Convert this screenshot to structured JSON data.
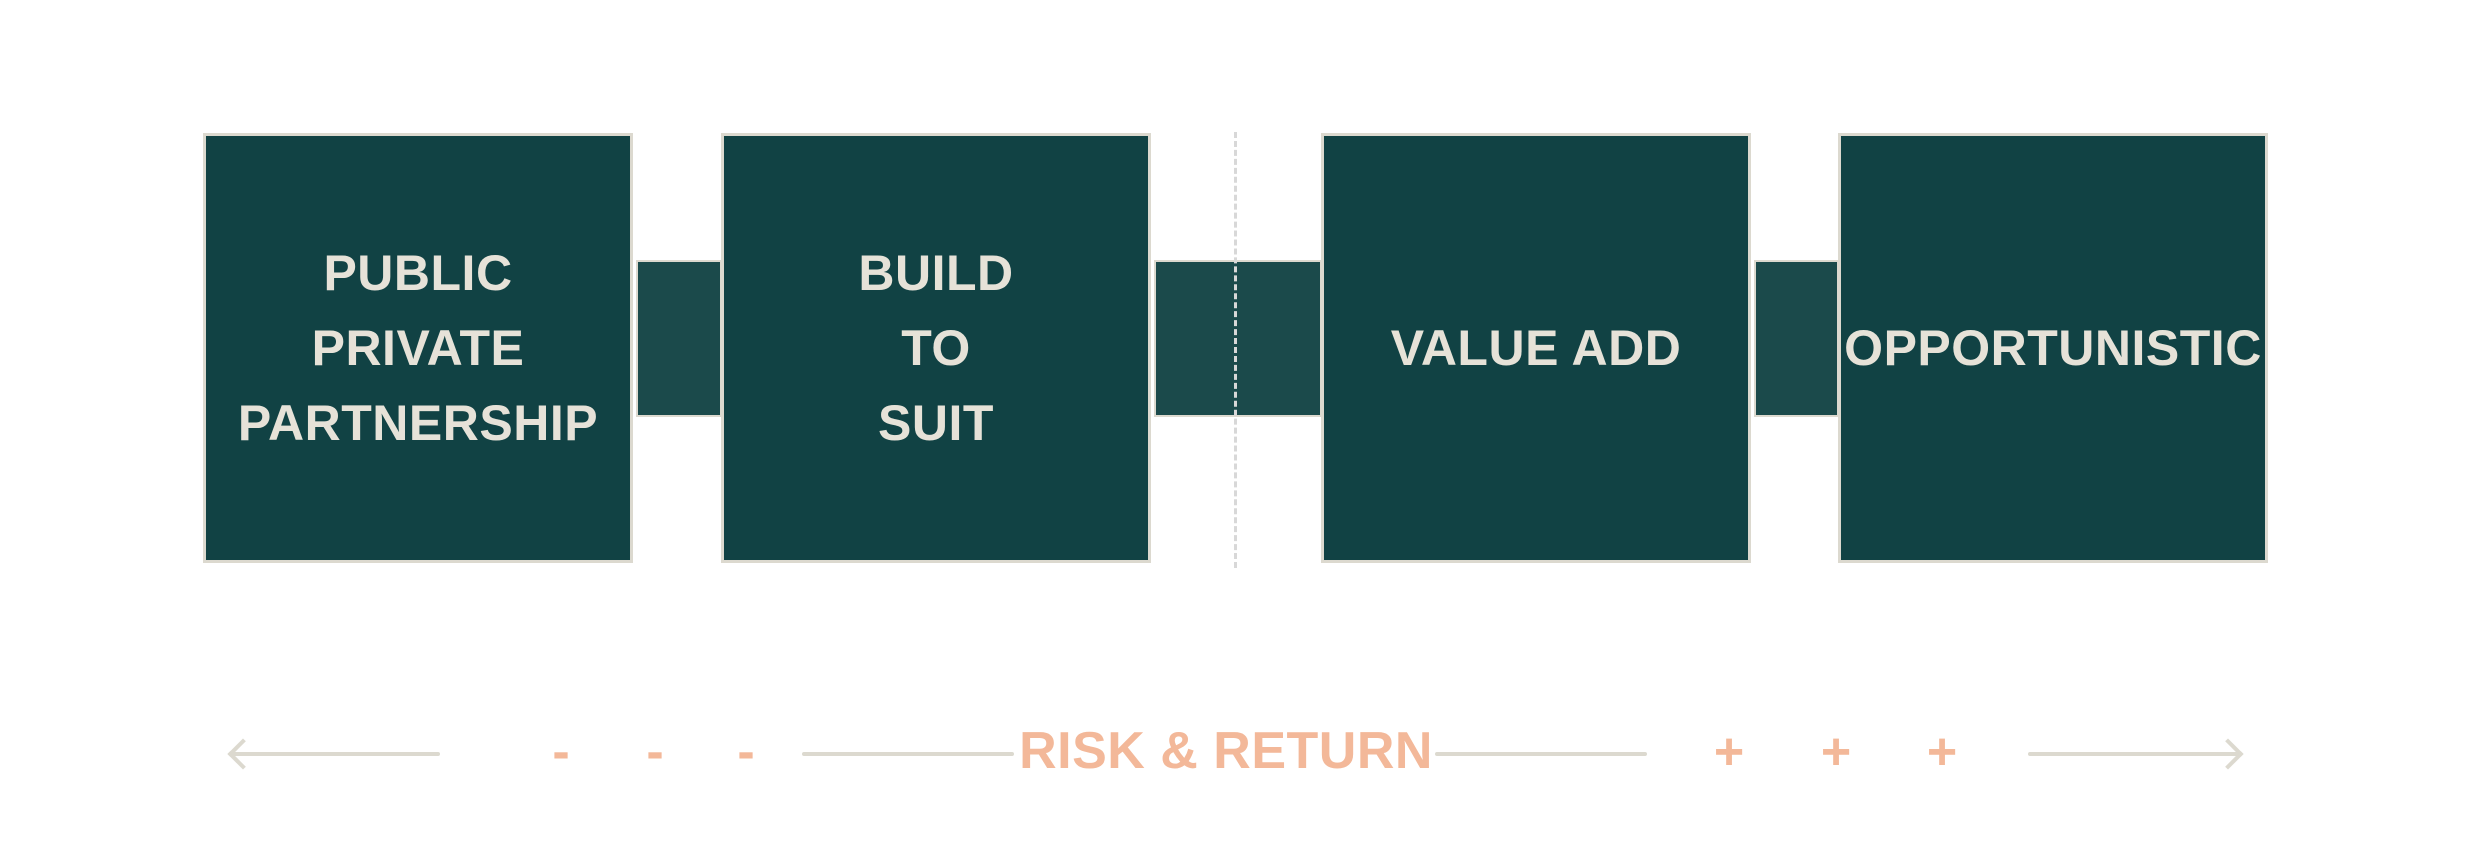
{
  "diagram": {
    "stages": [
      {
        "lines": [
          "PUBLIC",
          "PRIVATE",
          "PARTNERSHIP"
        ]
      },
      {
        "lines": [
          "BUILD",
          "TO",
          "SUIT"
        ]
      },
      {
        "lines": [
          "VALUE ADD"
        ]
      },
      {
        "lines": [
          "OPPORTUNISTIC"
        ]
      }
    ],
    "axis": {
      "title": "RISK & RETURN",
      "minus_signs": [
        "-",
        "-",
        "-"
      ],
      "plus_signs": [
        "+",
        "+",
        "+"
      ]
    },
    "colors": {
      "box_fill": "#114244",
      "connector_fill": "#1b4a4b",
      "box_border": "#dcd9cf",
      "box_text": "#e6e2d8",
      "accent": "#f3b899",
      "axis_line": "#dcd9cf"
    }
  }
}
